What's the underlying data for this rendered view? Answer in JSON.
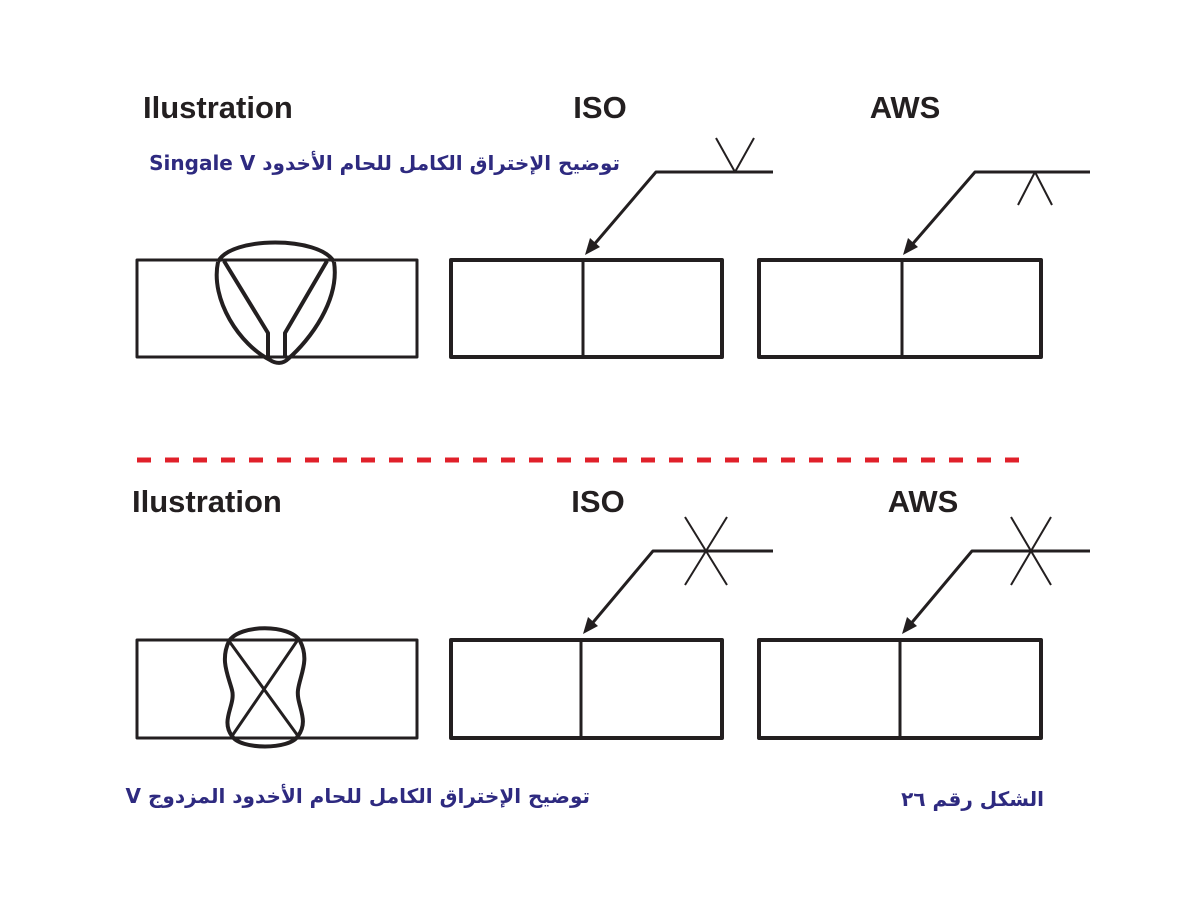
{
  "top": {
    "illustration_label": "Ilustration",
    "iso_label": "ISO",
    "aws_label": "AWS",
    "caption": "توضيح الإختراق الكامل للحام الأخدود Singale V"
  },
  "bottom": {
    "illustration_label": "Ilustration",
    "iso_label": "ISO",
    "aws_label": "AWS",
    "caption": "توضيح الإختراق الكامل للحام الأخدود المزدوج V",
    "figure_label": "الشكل رقم ٢٦"
  },
  "colors": {
    "caption": "#2e2a80",
    "divider": "#e0202a",
    "line": "#231f20"
  }
}
